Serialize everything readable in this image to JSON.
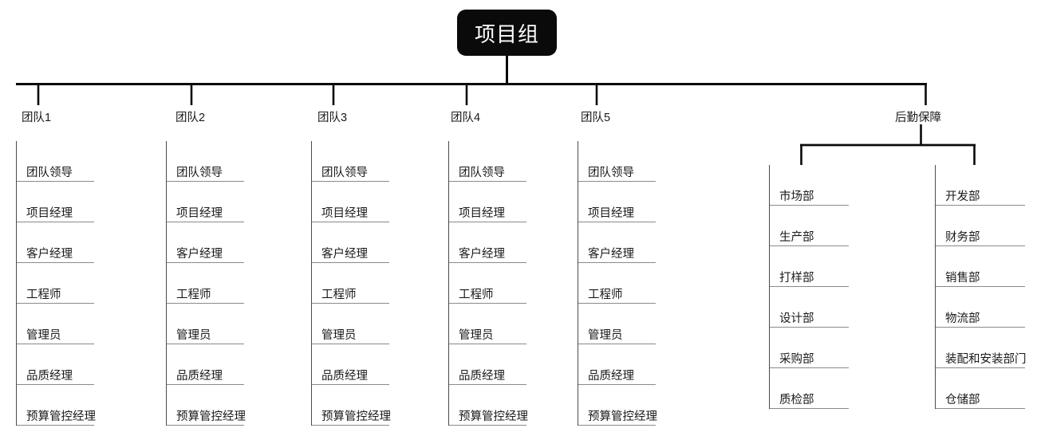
{
  "diagram": {
    "title": "项目组",
    "root": {
      "label": "项目组"
    },
    "teams": [
      {
        "label": "团队1",
        "items": [
          "团队领导",
          "项目经理",
          "客户经理",
          "工程师",
          "管理员",
          "品质经理",
          "预算管控经理"
        ]
      },
      {
        "label": "团队2",
        "items": [
          "团队领导",
          "项目经理",
          "客户经理",
          "工程师",
          "管理员",
          "品质经理",
          "预算管控经理"
        ]
      },
      {
        "label": "团队3",
        "items": [
          "团队领导",
          "项目经理",
          "客户经理",
          "工程师",
          "管理员",
          "品质经理",
          "预算管控经理"
        ]
      },
      {
        "label": "团队4",
        "items": [
          "团队领导",
          "项目经理",
          "客户经理",
          "工程师",
          "管理员",
          "品质经理",
          "预算管控经理"
        ]
      },
      {
        "label": "团队5",
        "items": [
          "团队领导",
          "项目经理",
          "客户经理",
          "工程师",
          "管理员",
          "品质经理",
          "预算管控经理"
        ]
      }
    ],
    "support": {
      "label": "后勤保障",
      "columns": [
        {
          "items": [
            "市场部",
            "生产部",
            "打样部",
            "设计部",
            "采购部",
            "质检部"
          ]
        },
        {
          "items": [
            "开发部",
            "财务部",
            "销售部",
            "物流部",
            "装配和安装部门",
            "仓储部"
          ]
        }
      ]
    },
    "colors": {
      "root_background": "#0a0a0a",
      "root_text": "#ffffff",
      "connector_line": "#0a0a0a",
      "column_rule": "#4a4a4a",
      "item_underline": "#8a8a8a",
      "page_background": "#ffffff",
      "text": "#1a1a1a"
    }
  }
}
